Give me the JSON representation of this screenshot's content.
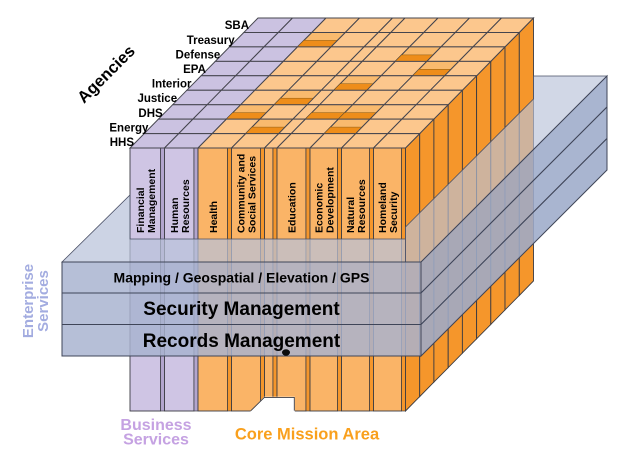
{
  "diagram": {
    "agencies_axis_label": "Agencies",
    "agencies": [
      "SBA",
      "Treasury",
      "Defense",
      "EPA",
      "Interior",
      "Justice",
      "DHS",
      "Energy",
      "HHS"
    ],
    "business_service_columns": [
      "Financial Management",
      "Human Resources"
    ],
    "core_mission_columns": [
      "Health",
      "Community and Social Services",
      "Education",
      "Economic Development",
      "Natural Resources",
      "Homeland Security"
    ],
    "enterprise_service_layers": [
      "Mapping / Geospatial / Elevation / GPS",
      "Security Management",
      "Records Management"
    ],
    "enterprise_services_label": [
      "Enterprise",
      "Services"
    ],
    "business_services_label": [
      "Business",
      "Services"
    ],
    "core_mission_label": "Core Mission Area",
    "recessed_cells": [
      {
        "agency": "Treasury",
        "column": "Health"
      },
      {
        "agency": "Defense",
        "column": "Economic Development"
      },
      {
        "agency": "EPA",
        "column": "Natural Resources"
      },
      {
        "agency": "Interior",
        "column": "Education"
      },
      {
        "agency": "Justice",
        "column": "Community and Social Services"
      },
      {
        "agency": "DHS",
        "column": "Health"
      },
      {
        "agency": "DHS",
        "column": "Education"
      },
      {
        "agency": "DHS",
        "column": "Economic Development"
      },
      {
        "agency": "Energy",
        "column": "Community and Social Services"
      },
      {
        "agency": "Energy",
        "column": "Economic Development"
      }
    ],
    "colors": {
      "core_front": "#fab467",
      "core_side": "#f5962b",
      "core_top": "#fcc78d",
      "core_top_recessed": "#f9ba6e",
      "core_recess_wall": "#ee8d1a",
      "business_front": "#cfc5e4",
      "business_side": "#b3a5ce",
      "business_top": "#cbc2e1",
      "slab_front": "#a8b3cf",
      "slab_side": "#9dabc9",
      "slab_top": "#b9c2d9",
      "outline": "#3b3b42",
      "slab_outline": "#3f4558",
      "enterprise_label": "#a3ace0",
      "business_label": "#c5a2e2",
      "core_label": "#f9a01d",
      "text": "#000000"
    }
  }
}
